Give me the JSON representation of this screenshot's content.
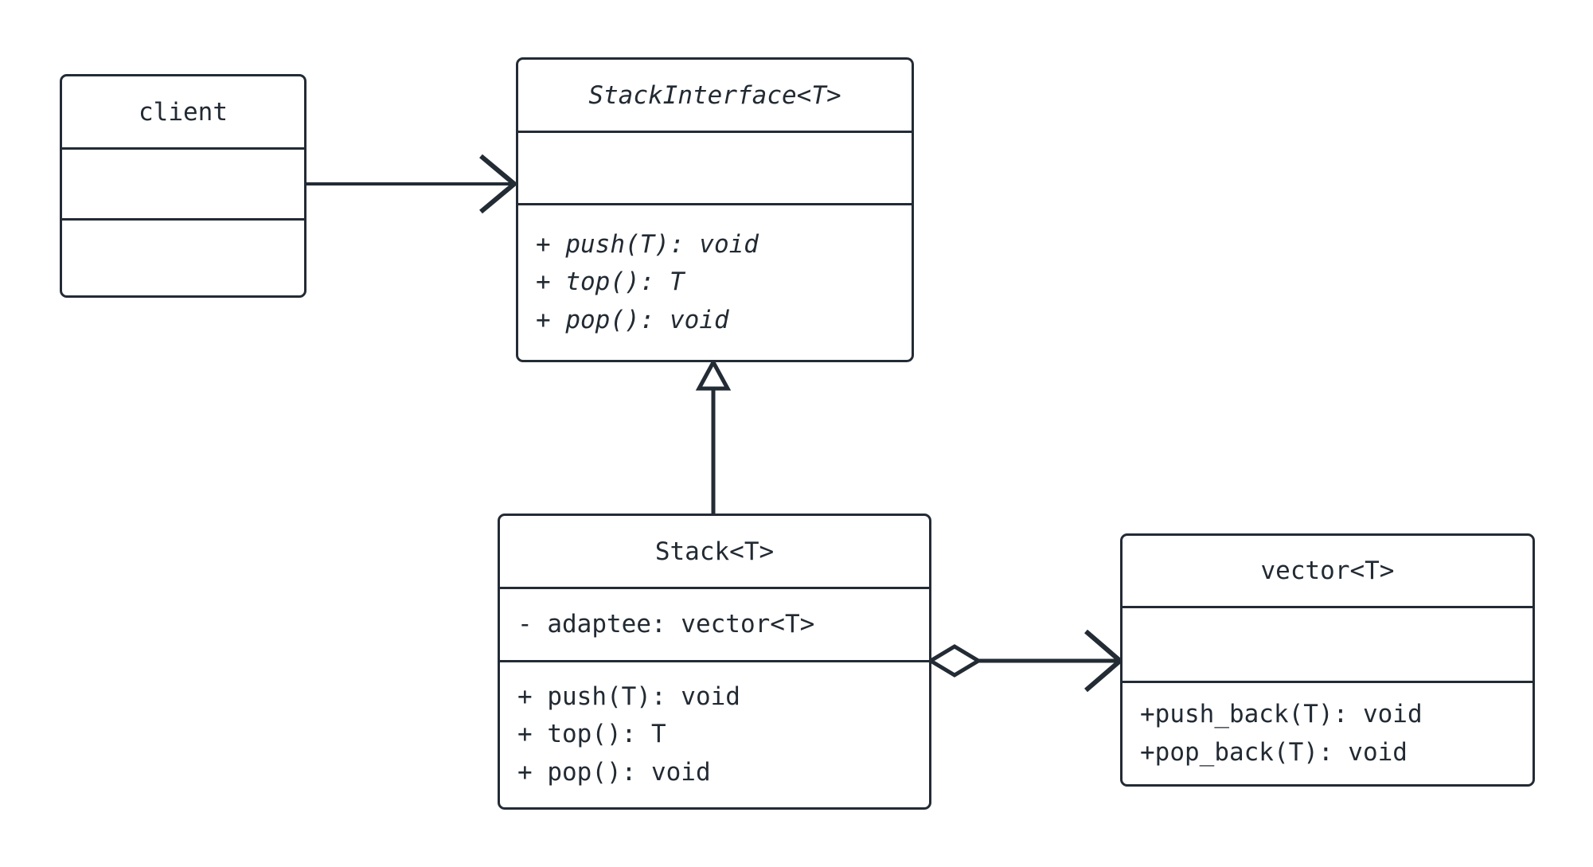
{
  "diagram": {
    "type": "uml-class-diagram",
    "title": "Stack adapter UML class diagram",
    "stroke_color": "#232b35",
    "text_color": "#222a33",
    "background_color": "#ffffff",
    "classes": [
      {
        "id": "client",
        "name": "client",
        "abstract": false,
        "attributes": [],
        "methods": []
      },
      {
        "id": "stackinterface",
        "name": "StackInterface<T>",
        "abstract": true,
        "attributes": [],
        "methods": [
          "+ push(T): void",
          "+ top(): T",
          "+ pop(): void"
        ]
      },
      {
        "id": "stack",
        "name": "Stack<T>",
        "abstract": false,
        "attributes": [
          "- adaptee: vector<T>"
        ],
        "methods": [
          "+ push(T): void",
          "+ top(): T",
          "+ pop(): void"
        ]
      },
      {
        "id": "vector",
        "name": "vector<T>",
        "abstract": false,
        "attributes": [],
        "methods": [
          "+push_back(T): void",
          "+pop_back(T): void"
        ]
      }
    ],
    "relationships": [
      {
        "id": "client-uses-stackinterface",
        "from": "client",
        "to": "stackinterface",
        "kind": "association",
        "source_decoration": "none",
        "target_decoration": "open-arrow",
        "label": ""
      },
      {
        "id": "stack-realizes-stackinterface",
        "from": "stack",
        "to": "stackinterface",
        "kind": "generalization",
        "source_decoration": "none",
        "target_decoration": "hollow-triangle",
        "label": ""
      },
      {
        "id": "stack-aggregates-vector",
        "from": "stack",
        "to": "vector",
        "kind": "aggregation",
        "source_decoration": "hollow-diamond",
        "target_decoration": "open-arrow",
        "label": ""
      }
    ]
  }
}
